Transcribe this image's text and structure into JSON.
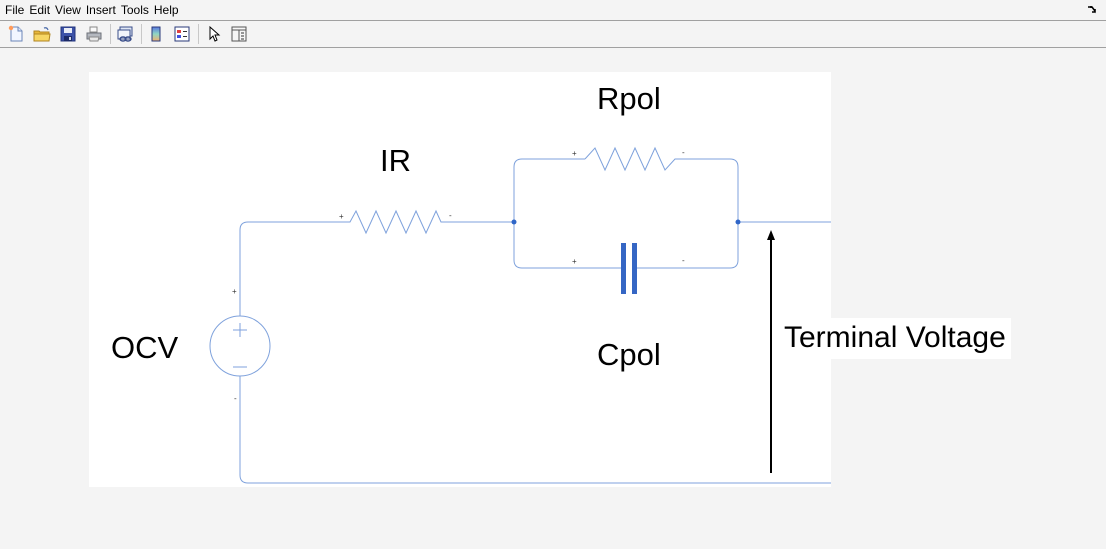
{
  "menubar": {
    "items": [
      "File",
      "Edit",
      "View",
      "Insert",
      "Tools",
      "Help"
    ],
    "undock_icon": "undock-arrow-icon"
  },
  "toolbar": {
    "buttons": [
      {
        "name": "new-figure",
        "icon": "new-document-icon"
      },
      {
        "name": "open-file",
        "icon": "open-folder-icon"
      },
      {
        "name": "save",
        "icon": "save-floppy-icon"
      },
      {
        "name": "print",
        "icon": "printer-icon"
      },
      {
        "name": "link-plot",
        "icon": "link-plot-icon"
      },
      {
        "name": "insert-colorbar",
        "icon": "colorbar-icon"
      },
      {
        "name": "insert-legend",
        "icon": "legend-icon"
      },
      {
        "name": "edit-plot",
        "icon": "pointer-arrow-icon"
      },
      {
        "name": "show-plot-tools",
        "icon": "plot-tools-icon"
      }
    ]
  },
  "diagram": {
    "wire_color": "#7fa2dc",
    "node_color": "#2f66c8",
    "capacitor_color": "#3566c4",
    "labels": {
      "ocv": "OCV",
      "ir": "IR",
      "rpol": "Rpol",
      "cpol": "Cpol",
      "terminal_voltage": "Terminal Voltage"
    },
    "polarity": {
      "plus": "+",
      "minus": "-"
    }
  }
}
